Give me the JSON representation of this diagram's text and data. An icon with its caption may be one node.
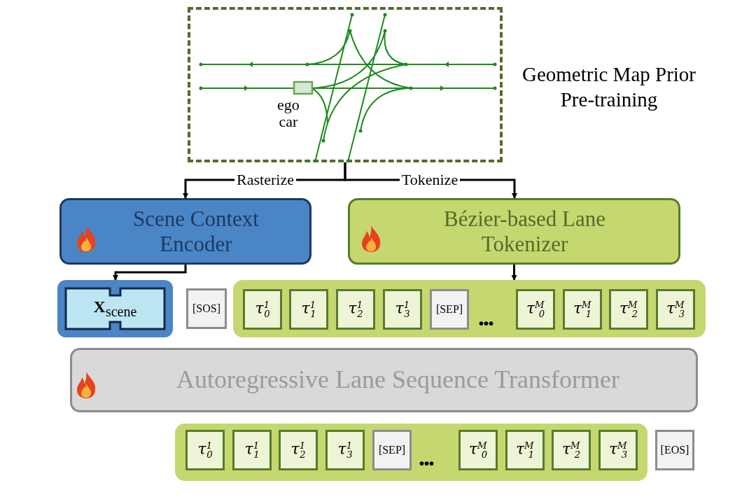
{
  "diagram": {
    "nodes": [
      {
        "text": [],
        "shape": "box",
        "beside": [
          "Geometric Map Prior Pre-training"
        ]
      },
      {
        "text": [
          "Scene Context Encoder"
        ]
      },
      {
        "text": [
          "Bézier-based Lane Tokenizer"
        ]
      },
      {
        "text": [
          "**X**$_{scene}$"
        ]
      },
      {
        "text": [
          "[SOS]"
        ]
      },
      {
        "text": [],
        "shape": "box"
      },
      {
        "text": [
          "τ$^{1}$$_{0}$"
        ],
        "in": 5
      },
      {
        "text": [
          "τ$^{1}$$_{1}$"
        ],
        "in": 5
      },
      {
        "text": [
          "τ$^{1}$$_{2}$"
        ],
        "in": 5
      },
      {
        "text": [
          "τ$^{1}$$_{3}$"
        ],
        "in": 5
      },
      {
        "text": [
          "[SEP]"
        ],
        "in": 5
      },
      {
        "text": [
          "τ$^{M}$$_{0}$"
        ],
        "in": 5
      },
      {
        "text": [
          "τ$^{M}$$_{1}$"
        ],
        "in": 5
      },
      {
        "text": [
          "τ$^{M}$$_{2}$"
        ],
        "in": 5
      },
      {
        "text": [
          "τ$^{M}$$_{3}$"
        ],
        "in": 5
      },
      {
        "text": [
          "Autoregressive Lane Sequence Transformer"
        ]
      },
      {
        "text": [],
        "shape": "box"
      },
      {
        "text": [
          "τ$^{1}$$_{0}$"
        ],
        "in": 16
      },
      {
        "text": [
          "τ$^{1}$$_{1}$"
        ],
        "in": 16
      },
      {
        "text": [
          "τ$^{1}$$_{2}$"
        ],
        "in": 16
      },
      {
        "text": [
          "τ$^{1}$$_{3}$"
        ],
        "in": 16
      },
      {
        "text": [
          "[SEP]"
        ],
        "in": 16
      },
      {
        "text": [
          "τ$^{M}$$_{0}$"
        ],
        "in": 16
      },
      {
        "text": [
          "τ$^{M}$$_{1}$"
        ],
        "in": 16
      },
      {
        "text": [
          "τ$^{M}$$_{2}$"
        ],
        "in": 16
      },
      {
        "text": [
          "τ$^{M}$$_{3}$"
        ],
        "in": 16
      },
      {
        "text": [
          "[EOS]"
        ]
      }
    ],
    "edges": [
      {
        "from": 0,
        "to": 1,
        "arrow": "to",
        "label": "Rasterize"
      },
      {
        "from": 0,
        "to": 2,
        "arrow": "to",
        "label": "Tokenize"
      },
      {
        "from": 1,
        "to": 3,
        "arrow": "to"
      },
      {
        "from": 2,
        "to": 5,
        "arrow": "to"
      }
    ],
    "labels": [
      "ego car",
      "...",
      "..."
    ]
  }
}
